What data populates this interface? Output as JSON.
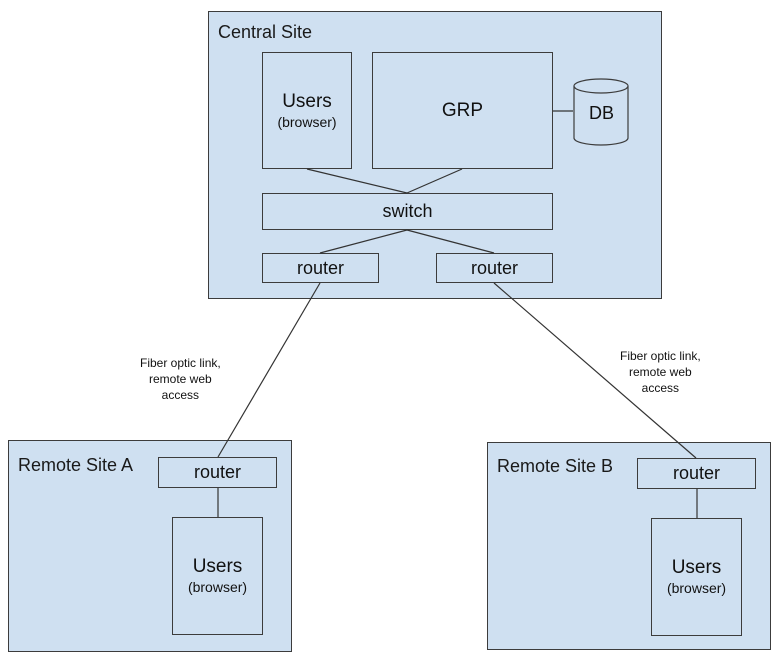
{
  "central_site": {
    "title": "Central Site",
    "users": {
      "label": "Users",
      "sublabel": "(browser)"
    },
    "grp": {
      "label": "GRP"
    },
    "db": {
      "label": "DB"
    },
    "switch": {
      "label": "switch"
    },
    "router_left": {
      "label": "router"
    },
    "router_right": {
      "label": "router"
    }
  },
  "links": {
    "left_note": [
      "Fiber optic link,",
      "remote web",
      "access"
    ],
    "right_note": [
      "Fiber optic link,",
      "remote web",
      "access"
    ]
  },
  "remote_site_a": {
    "title": "Remote Site A",
    "router": {
      "label": "router"
    },
    "users": {
      "label": "Users",
      "sublabel": "(browser)"
    }
  },
  "remote_site_b": {
    "title": "Remote Site B",
    "router": {
      "label": "router"
    },
    "users": {
      "label": "Users",
      "sublabel": "(browser)"
    }
  },
  "colors": {
    "fill": "#cfe0f1",
    "stroke": "#3c3c3c"
  }
}
